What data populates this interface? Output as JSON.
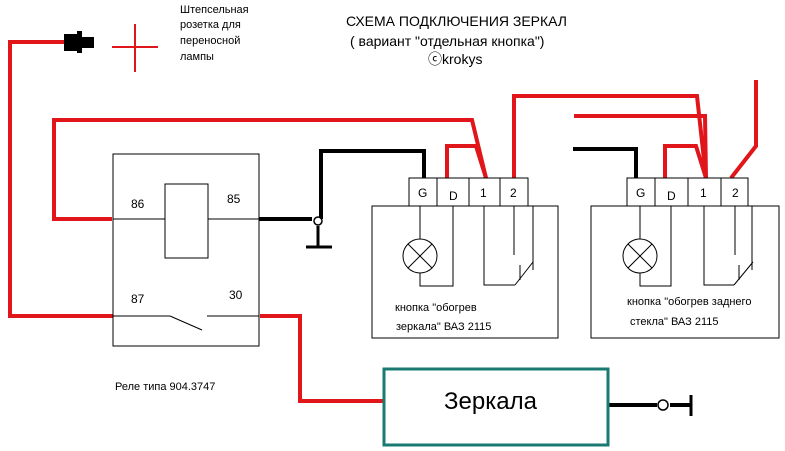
{
  "title": {
    "line1": "СХЕМА ПОДКЛЮЧЕНИЯ ЗЕРКАЛ",
    "line2": "( вариант \"отдельная кнопка\")",
    "line3": "ⓒkrokys"
  },
  "socket_note": {
    "line1": "Штепсельная",
    "line2": "розетка для",
    "line3": "переносной",
    "line4": "лампы",
    "plus_symbol": "+"
  },
  "relay": {
    "pin86": "86",
    "pin85": "85",
    "pin87": "87",
    "pin30": "30",
    "caption": "Реле типа 904.3747"
  },
  "button1": {
    "pins": [
      "G",
      "D",
      "1",
      "2"
    ],
    "label_line1": "кнопка \"обогрев",
    "label_line2": "зеркала\"  ВАЗ 2115"
  },
  "button2": {
    "pins": [
      "G",
      "D",
      "1",
      "2"
    ],
    "label_line1": "кнопка \"обогрев заднего",
    "label_line2": "стекла\"  ВАЗ 2115"
  },
  "mirrors_box": {
    "label": "Зеркала"
  },
  "colors": {
    "wire_red": "#e0161b",
    "wire_black": "#000000",
    "mirrors_border": "#1a7a72",
    "outline": "#000000"
  }
}
